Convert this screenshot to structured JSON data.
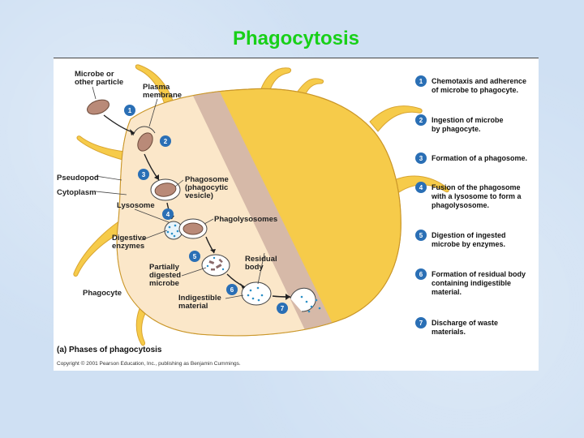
{
  "title": "Phagocytosis",
  "colors": {
    "cell_yellow": "#f6cb4a",
    "cytoplasm": "#fbe7c9",
    "membrane_band": "#d6b9a8",
    "step_circle": "#2a6fb5",
    "title_green": "#18d018"
  },
  "labels": {
    "microbe": [
      "Microbe or",
      "other particle"
    ],
    "plasma_membrane": [
      "Plasma",
      "membrane"
    ],
    "pseudopod": "Pseudopod",
    "cytoplasm": "Cytoplasm",
    "lysosome": "Lysosome",
    "phagosome": [
      "Phagosome",
      "(phagocytic",
      "vesicle)"
    ],
    "phagolysosomes": "Phagolysosomes",
    "digestive_enzymes": [
      "Digestive",
      "enzymes"
    ],
    "residual_body": [
      "Residual",
      "body"
    ],
    "partially_digested": [
      "Partially",
      "digested",
      "microbe"
    ],
    "phagocyte": "Phagocyte",
    "indigestible": [
      "Indigestible",
      "material"
    ]
  },
  "step_markers": [
    "1",
    "2",
    "3",
    "4",
    "5",
    "6",
    "7"
  ],
  "steps": [
    {
      "num": "1",
      "lines": [
        "Chemotaxis and adherence",
        "of microbe to phagocyte."
      ]
    },
    {
      "num": "2",
      "lines": [
        "Ingestion of microbe",
        "by phagocyte."
      ]
    },
    {
      "num": "3",
      "lines": [
        "Formation of a phagosome."
      ]
    },
    {
      "num": "4",
      "lines": [
        "Fusion of the phagosome",
        "with a lysosome to form a",
        "phagolysosome."
      ]
    },
    {
      "num": "5",
      "lines": [
        "Digestion of ingested",
        "microbe by enzymes."
      ]
    },
    {
      "num": "6",
      "lines": [
        "Formation of residual body",
        "containing indigestible",
        "material."
      ]
    },
    {
      "num": "7",
      "lines": [
        "Discharge of waste",
        "materials."
      ]
    }
  ],
  "caption": "(a) Phases of phagocytosis",
  "copyright": "Copyright © 2001 Pearson Education, Inc., publishing as Benjamin Cummings."
}
